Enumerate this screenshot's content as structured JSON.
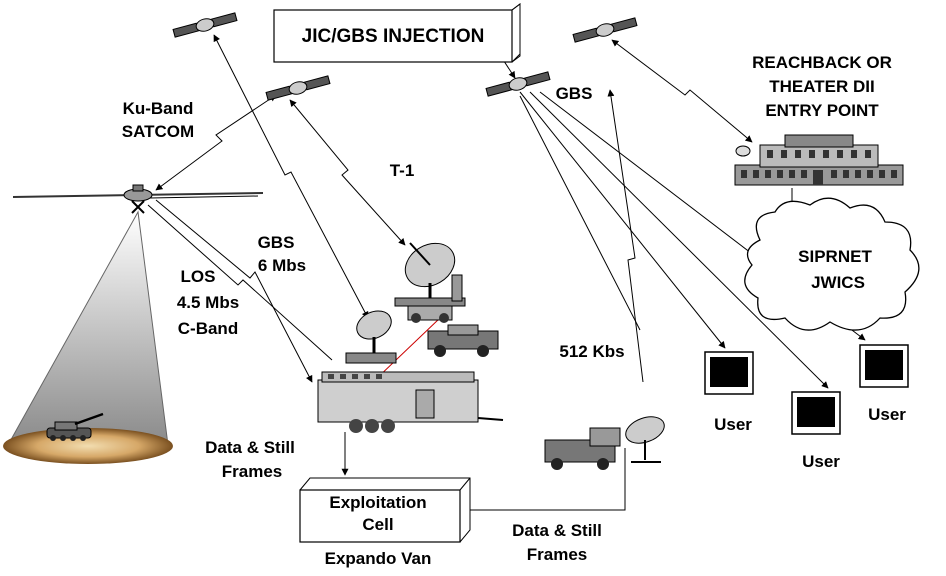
{
  "boxes": {
    "injection": "JIC/GBS INJECTION",
    "exploitation_line1": "Exploitation",
    "exploitation_line2": "Cell"
  },
  "labels": {
    "reachback_1": "REACHBACK OR",
    "reachback_2": "THEATER DII",
    "reachback_3": "ENTRY POINT",
    "ku_band_1": "Ku-Band",
    "ku_band_2": "SATCOM",
    "t1": "T-1",
    "gbs_top": "GBS",
    "gbs_mid_1": "GBS",
    "gbs_mid_2": "6 Mbs",
    "los_1": "LOS",
    "los_2": "4.5 Mbs",
    "los_3": "C-Band",
    "rate_512": "512 Kbs",
    "siprnet": "SIPRNET",
    "jwics": "JWICS",
    "user_1": "User",
    "user_2": "User",
    "user_3": "User",
    "data_left_1": "Data & Still",
    "data_left_2": "Frames",
    "data_right_1": "Data & Still",
    "data_right_2": "Frames",
    "expando": "Expando Van"
  },
  "colors": {
    "link_line": "#000000",
    "laser_line": "#cc0000",
    "cone_dark": "#8a8a8a",
    "ground_dark": "#7a5020",
    "ground_light": "#e6c896"
  }
}
